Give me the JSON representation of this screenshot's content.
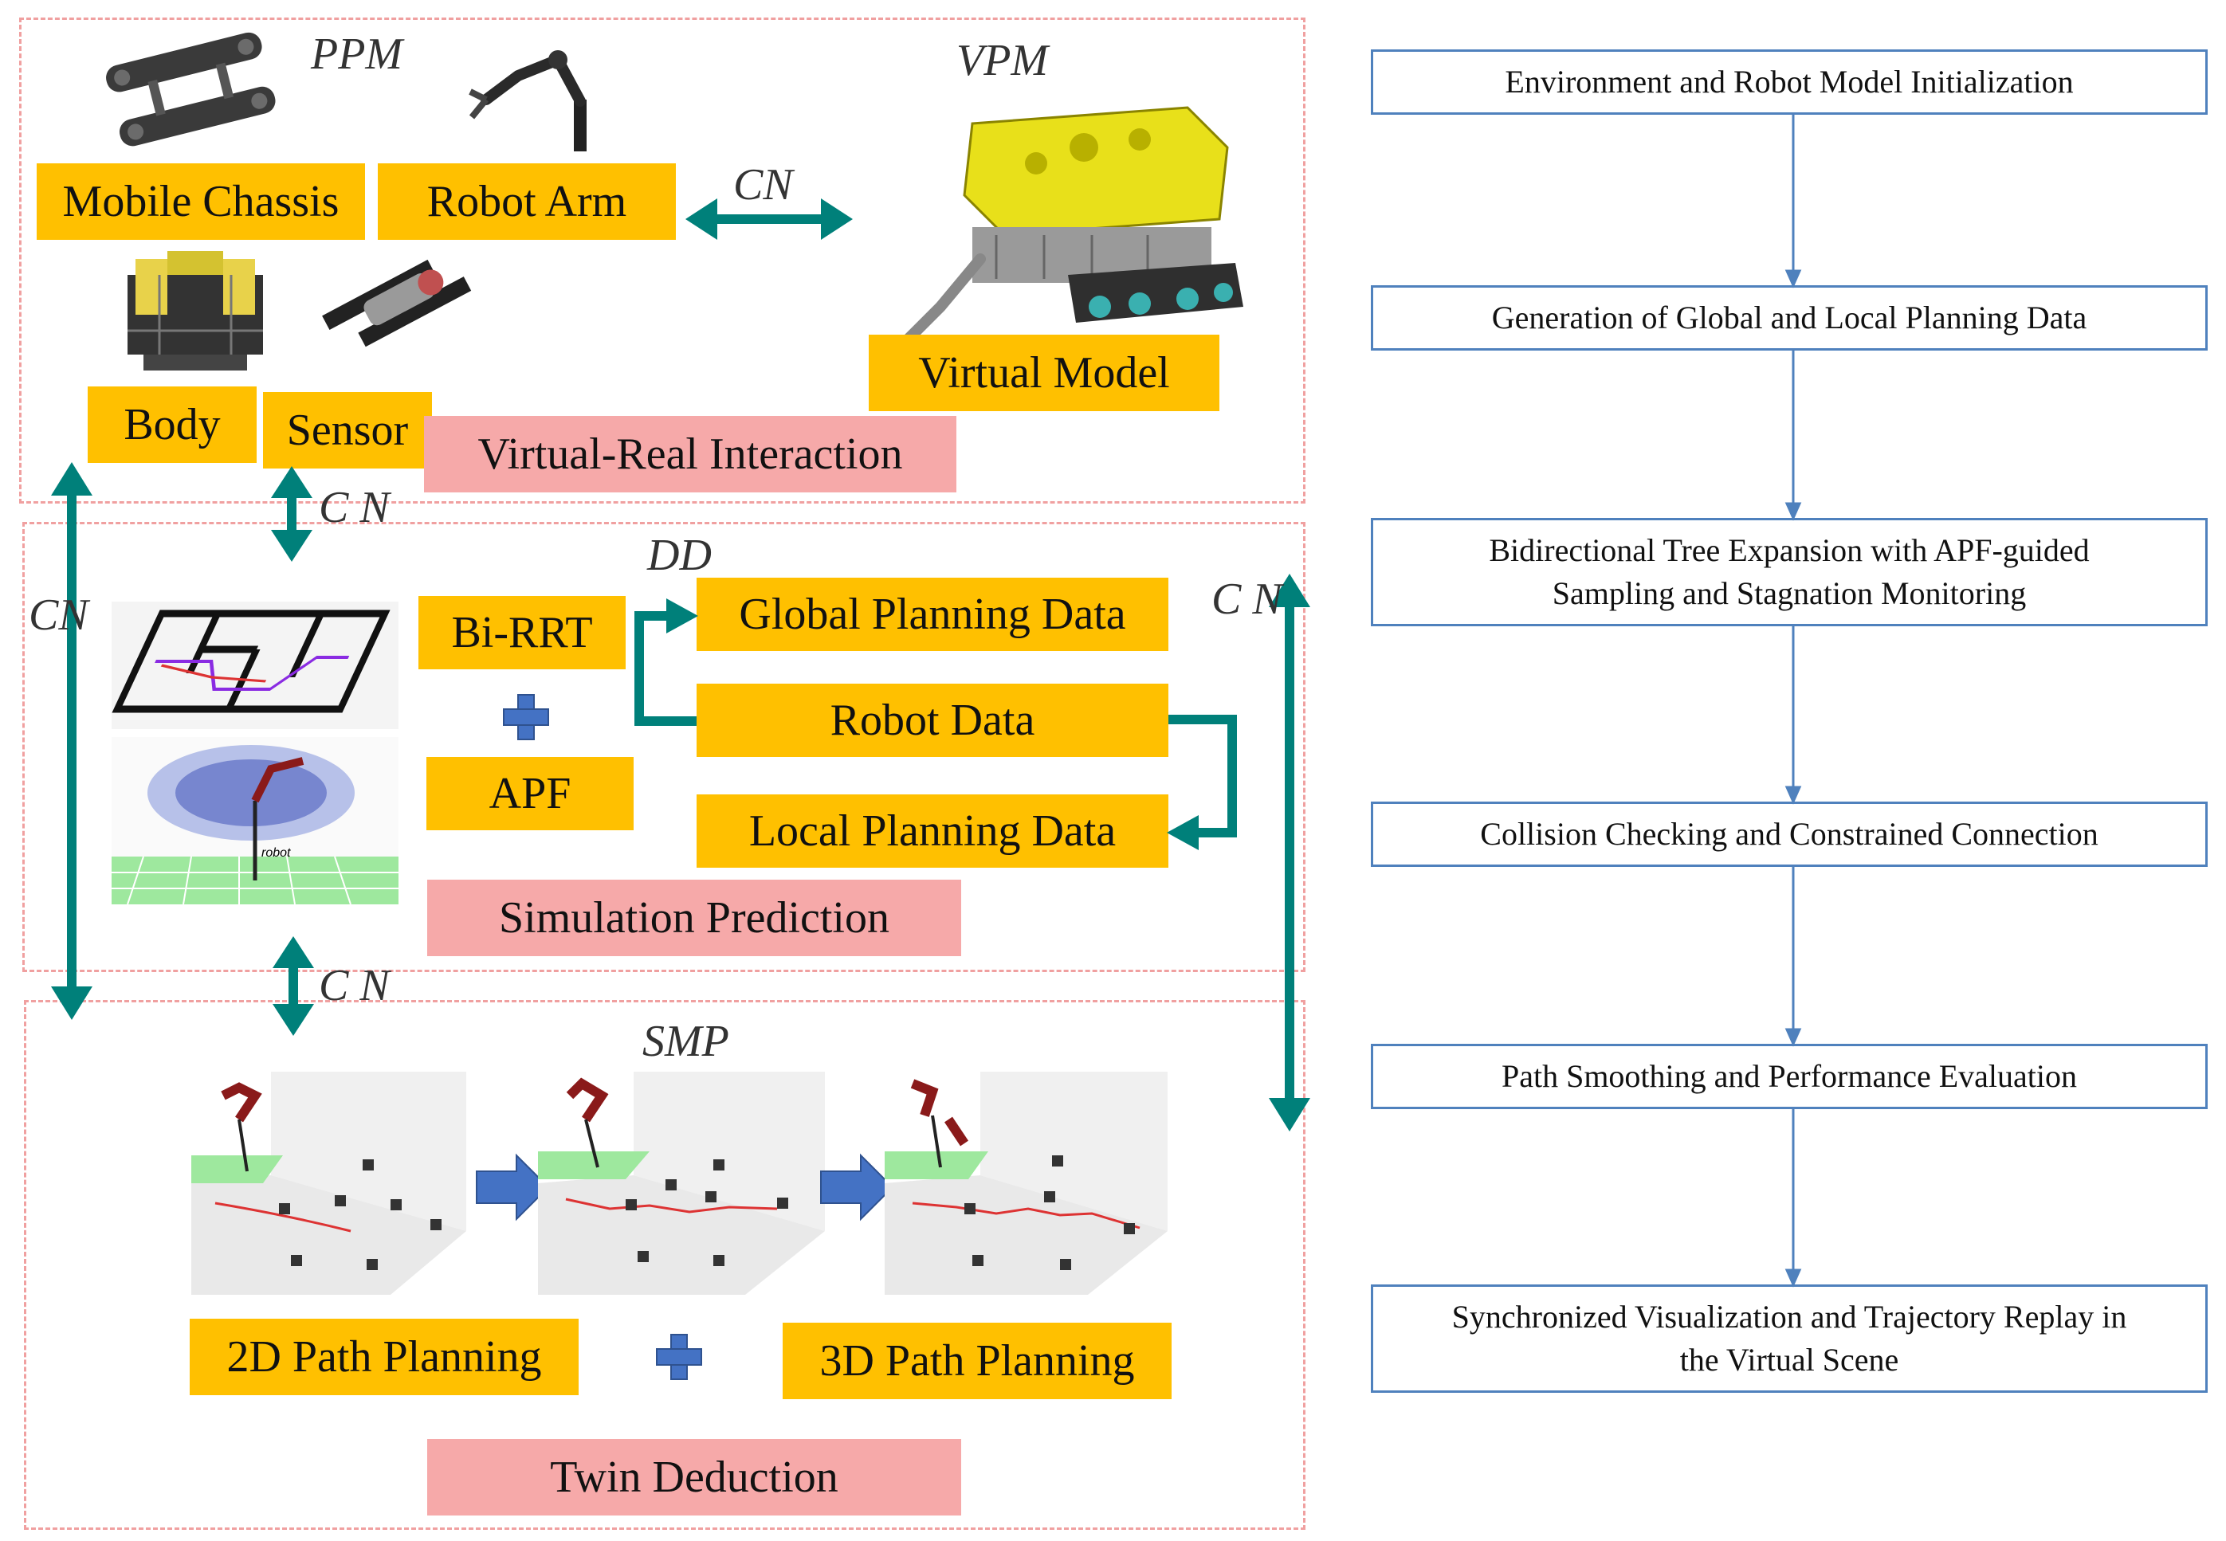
{
  "panel_top": {
    "label_left": "PPM",
    "label_right": "VPM",
    "cn": "CN",
    "mobile_chassis": "Mobile Chassis",
    "robot_arm": "Robot Arm",
    "body": "Body",
    "sensor": "Sensor",
    "virtual_model": "Virtual Model",
    "section_title": "Virtual-Real Interaction"
  },
  "links": {
    "cn_top_mid": "C N",
    "cn_left": "CN",
    "cn_right": "C N",
    "cn_bottom_mid": "C N"
  },
  "panel_mid": {
    "label": "DD",
    "bi_rrt": "Bi-RRT",
    "apf": "APF",
    "global_planning": "Global Planning Data",
    "robot_data": "Robot Data",
    "local_planning": "Local Planning Data",
    "section_title": "Simulation Prediction",
    "robot_tag": "robot"
  },
  "panel_bottom": {
    "label": "SMP",
    "path_2d": "2D Path Planning",
    "path_3d": "3D Path Planning",
    "section_title": "Twin Deduction"
  },
  "flowchart": {
    "steps": [
      "Environment and Robot Model Initialization",
      "Generation of Global and Local Planning Data",
      "Bidirectional Tree Expansion with APF-guided\nSampling and Stagnation Monitoring",
      "Collision Checking and Constrained Connection",
      "Path Smoothing and Performance Evaluation",
      "Synchronized Visualization and Trajectory Replay in\nthe Virtual Scene"
    ]
  },
  "colors": {
    "label_yellow": "#ffc000",
    "label_pink": "#f6a9a9",
    "arrow_teal": "#00807a",
    "plus_blue": "#4472c4",
    "flow_blue": "#4f81bd",
    "dash_pink": "#f0a0a0"
  }
}
